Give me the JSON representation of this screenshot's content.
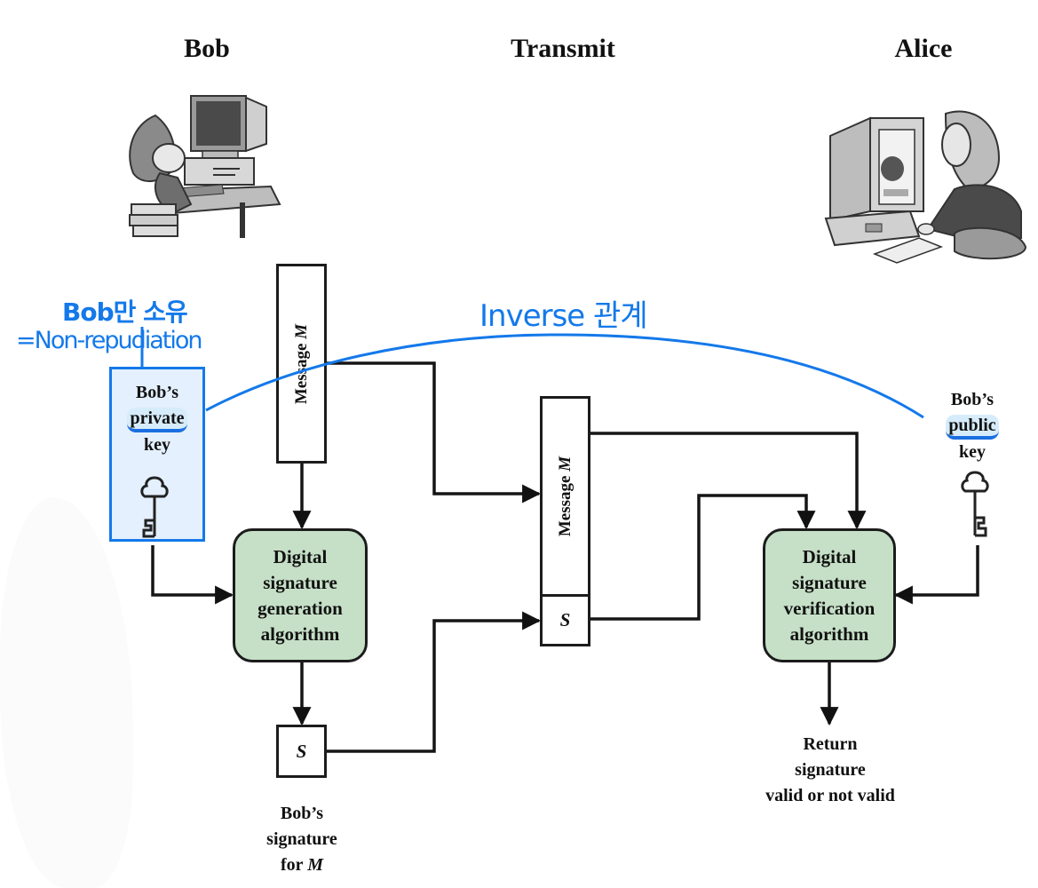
{
  "headers": {
    "sender": "Bob",
    "channel": "Transmit",
    "receiver": "Alice"
  },
  "illustrations": {
    "sender": "person-at-computer-icon",
    "receiver": "woman-at-computer-icon"
  },
  "private_key": {
    "line1": "Bob’s",
    "line2": "private",
    "line3": "key",
    "icon": "key-icon"
  },
  "public_key": {
    "line1": "Bob’s",
    "line2": "public",
    "line3": "key",
    "icon": "key-icon"
  },
  "message_box": {
    "label": "Message",
    "var": "M"
  },
  "generation_algorithm": {
    "lines": [
      "Digital",
      "signature",
      "generation",
      "algorithm"
    ]
  },
  "verification_algorithm": {
    "lines": [
      "Digital",
      "signature",
      "verification",
      "algorithm"
    ]
  },
  "signature_box": {
    "symbol": "S"
  },
  "signature_caption": {
    "line1": "Bob’s",
    "line2": "signature",
    "line3_prefix": "for",
    "line3_var": "M"
  },
  "result_caption": {
    "line1": "Return",
    "line2": "signature",
    "line3": "valid or not valid"
  },
  "annotations": {
    "note_line1": "Bob만 소유",
    "note_line2": "=Non-repudiation",
    "curve_label": "Inverse 관계",
    "color": "#1479ea"
  },
  "colors": {
    "algorithm_fill": "#c6e0c7",
    "line": "#1c1c1c",
    "highlight_fill": "#e4f0fd"
  }
}
